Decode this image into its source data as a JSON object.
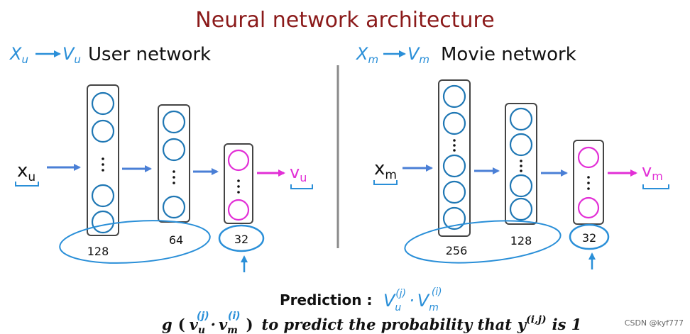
{
  "title": "Neural network architecture",
  "user": {
    "hand_x": "X",
    "hand_x_sub": "u",
    "hand_v": "V",
    "hand_v_sub": "u",
    "heading": "User network",
    "input": "x",
    "input_sub": "u",
    "output": "v",
    "output_sub": "u",
    "layers": [
      "128",
      "64",
      "32"
    ]
  },
  "movie": {
    "hand_x": "X",
    "hand_x_sub": "m",
    "hand_v": "V",
    "hand_v_sub": "m",
    "heading": "Movie network",
    "input": "x",
    "input_sub": "m",
    "output": "v",
    "output_sub": "m",
    "layers": [
      "256",
      "128",
      "32"
    ]
  },
  "prediction": {
    "label": "Prediction :",
    "hand_v": "V",
    "hand_v_sub": "u",
    "hand_v_sup": "(j)",
    "hand_dot": "·",
    "hand_m": "V",
    "hand_m_sub": "m",
    "hand_m_sup": "(i)",
    "formula_g": "g",
    "formula_open": "(",
    "formula_vu": "v",
    "formula_vu_sub": "u",
    "formula_vu_sup": "(j)",
    "formula_dot": "·",
    "formula_vm": "v",
    "formula_vm_sub": "m",
    "formula_vm_sup": "(i)",
    "formula_close": ")",
    "formula_text": "to predict  the probability that",
    "formula_y": "y",
    "formula_y_sup": "(i,j)",
    "formula_is": "is 1"
  },
  "watermark": "CSDN @kyf777",
  "colors": {
    "title": "#8b1a1a",
    "node_blue": "#1f77b4",
    "node_pink": "#e22fd6",
    "arrow_blue": "#4a7fd6",
    "arrow_pink": "#e22fd6",
    "hand_blue": "#2a8fd8"
  }
}
